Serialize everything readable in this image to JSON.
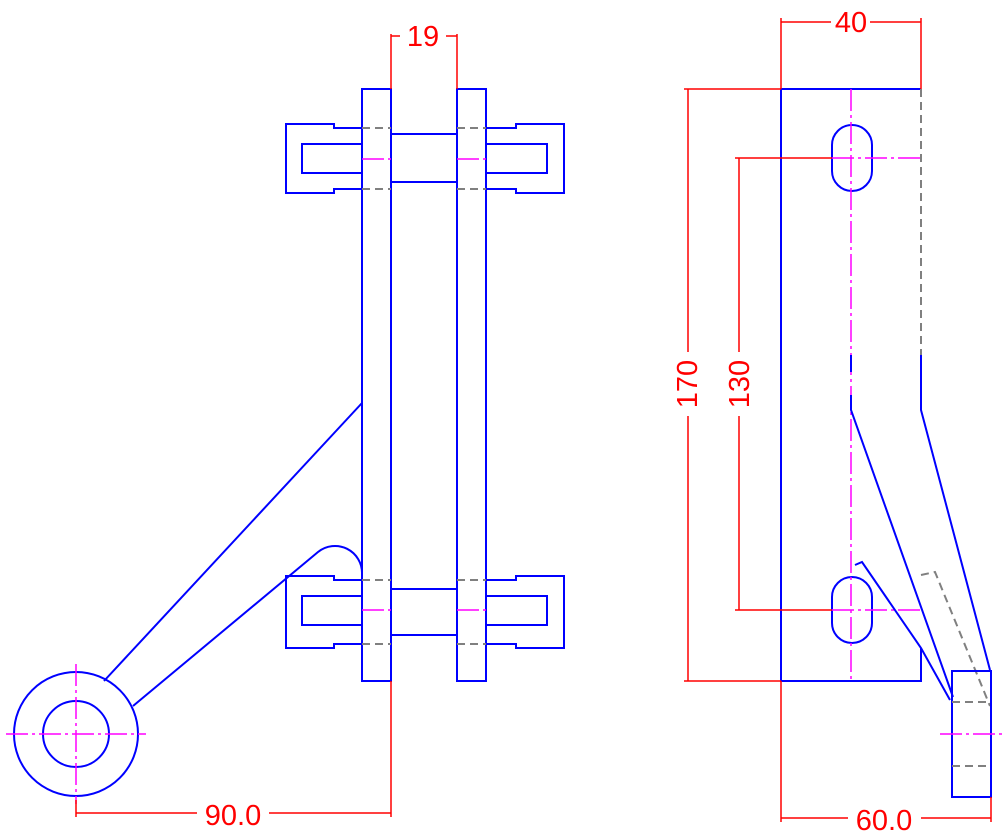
{
  "colors": {
    "object": "#0000ff",
    "hidden": "#808080",
    "center": "#ff00ff",
    "dimension": "#ff0000",
    "background": "#ffffff"
  },
  "dimensions": {
    "front_gap": "19",
    "front_offset": "90.0",
    "side_width": "40",
    "side_height": "170",
    "side_hole_spacing": "130",
    "side_offset": "60.0"
  }
}
